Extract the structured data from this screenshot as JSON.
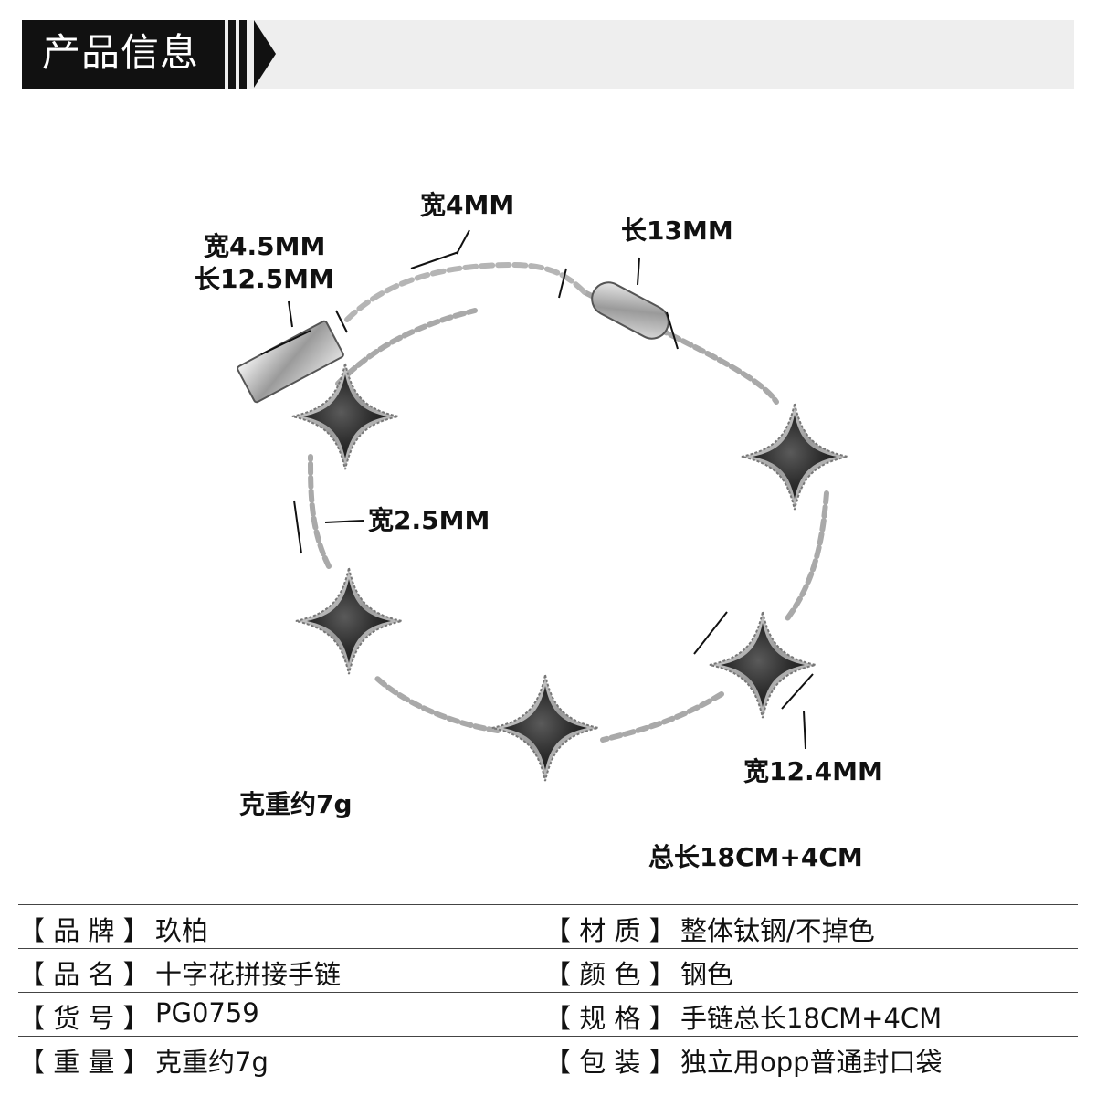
{
  "header": {
    "title": "产品信息"
  },
  "dimensions": {
    "tag_width": "宽4.5MM",
    "tag_length": "长12.5MM",
    "extender_width": "宽4MM",
    "clasp_length": "长13MM",
    "chain_width": "宽2.5MM",
    "clover_width": "宽12.4MM",
    "weight": "克重约7g",
    "total_length": "总长18CM+4CM"
  },
  "specs": {
    "left": [
      {
        "key": "【 品  牌 】",
        "value": "玖柏"
      },
      {
        "key": "【 品  名 】",
        "value": "十字花拼接手链"
      },
      {
        "key": "【 货  号 】",
        "value": "PG0759"
      },
      {
        "key": "【 重  量 】",
        "value": "克重约7g"
      }
    ],
    "right": [
      {
        "key": "【 材  质 】",
        "value": "整体钛钢/不掉色"
      },
      {
        "key": "【 颜  色 】",
        "value": "钢色"
      },
      {
        "key": "【 规  格 】",
        "value": "手链总长18CM+4CM"
      },
      {
        "key": "【 包  装 】",
        "value": "独立用opp普通封口袋"
      }
    ]
  },
  "colors": {
    "header_black": "#111111",
    "header_gray": "#eeeeee",
    "enamel": "#3a3a3a",
    "steel": "#c9c9c9"
  }
}
